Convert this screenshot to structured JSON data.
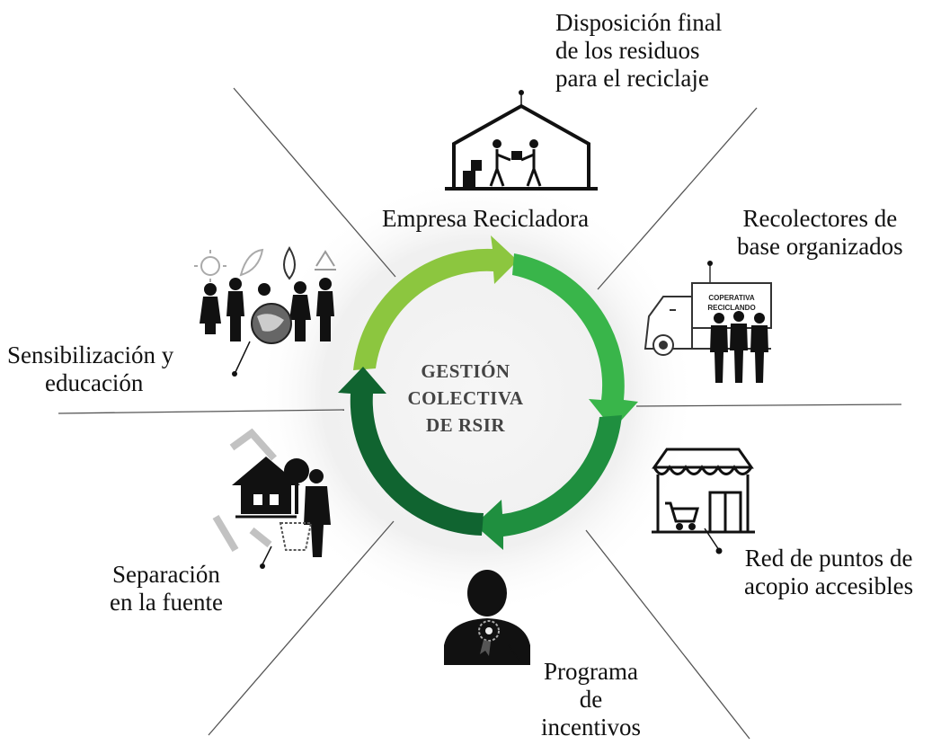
{
  "center": {
    "lines": [
      "GESTIÓN",
      "COLECTIVA",
      "DE RSIR"
    ]
  },
  "nodes": {
    "empresa": {
      "lines": [
        "Empresa Recicladora"
      ]
    },
    "disposicion": {
      "lines": [
        "Disposición final",
        "de los residuos",
        "para el reciclaje"
      ]
    },
    "recolectores": {
      "lines": [
        "Recolectores de",
        "base organizados"
      ],
      "truck_sign": [
        "COPERATIVA",
        "RECICLANDO"
      ]
    },
    "red": {
      "lines": [
        "Red de puntos de",
        "acopio accesibles"
      ]
    },
    "programa": {
      "lines": [
        "Programa",
        "de",
        "incentivos"
      ]
    },
    "separacion": {
      "lines": [
        "Separación",
        "en la fuente"
      ]
    },
    "sensibilizacion": {
      "lines": [
        "Sensibilización y",
        "educación"
      ]
    }
  },
  "colors": {
    "arrow_light": "#8cc63f",
    "arrow_mid": "#39b54a",
    "arrow_dark": "#1a7a3a",
    "arrow_darkest": "#106430",
    "icon": "#111111",
    "line": "#555555"
  }
}
